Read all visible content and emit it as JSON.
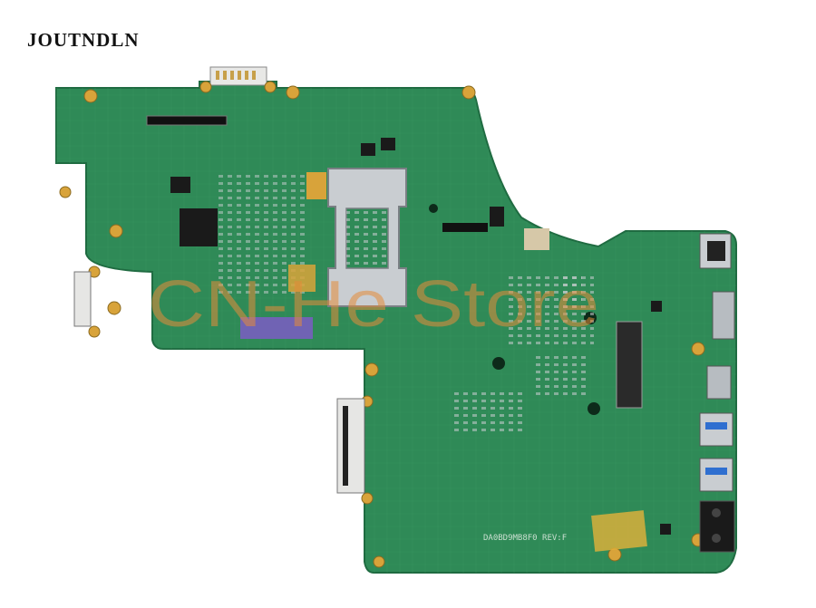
{
  "brand": {
    "text": "JOUTNDLN"
  },
  "photo": {
    "subject_icon": "laptop-motherboard-image",
    "board_marking": "DA0BD9MB8F0  REV:F",
    "watermark": "CN-He Store",
    "colors": {
      "pcb": "#2f8a57",
      "pcb_dark": "#1f6b41",
      "pcb_light": "#4fa36d",
      "gold": "#d8a33a",
      "silver": "#c9cdd1",
      "watermark": "#e58c3a"
    }
  }
}
